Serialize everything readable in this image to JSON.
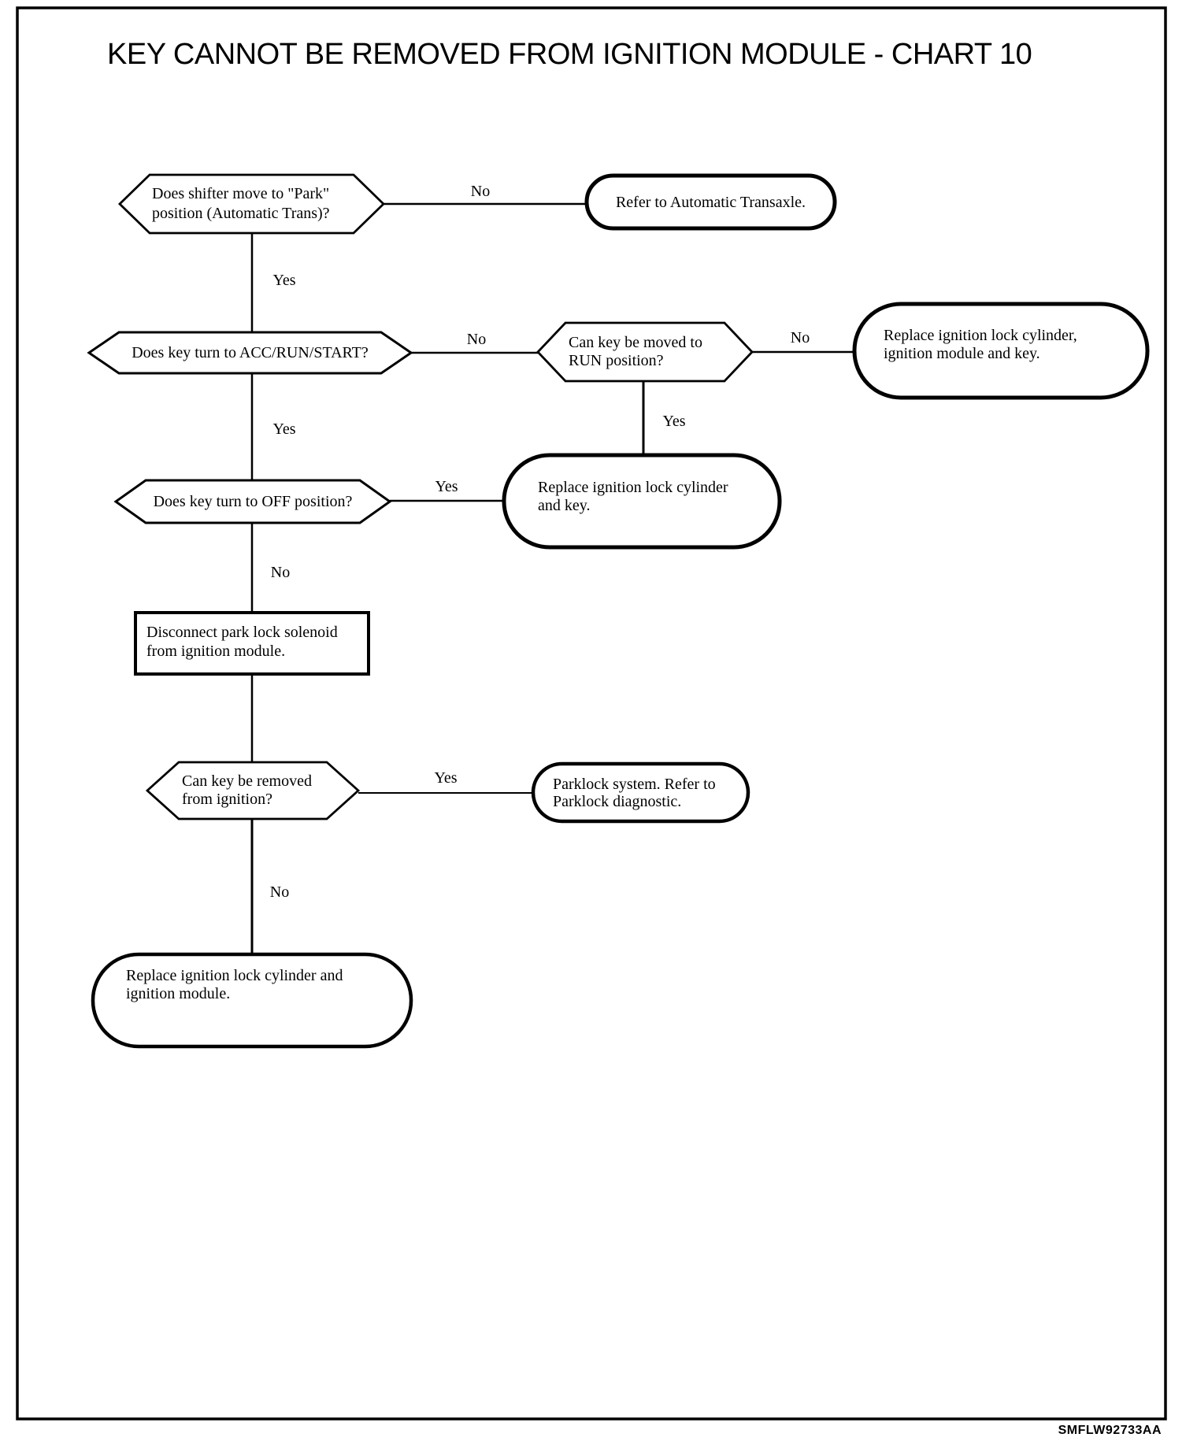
{
  "page": {
    "title": "KEY CANNOT BE REMOVED FROM IGNITION MODULE - CHART 10",
    "footer_code": "SMFLW92733AA"
  },
  "labels": {
    "yes": "Yes",
    "no": "No"
  },
  "flowchart": {
    "nodes": [
      {
        "id": "shifter_park",
        "type": "decision",
        "text": "Does shifter move to \"Park\"\nposition (Automatic Trans)?"
      },
      {
        "id": "refer_transaxle",
        "type": "terminal",
        "text": "Refer to Automatic Transaxle."
      },
      {
        "id": "key_acc_run_start",
        "type": "decision",
        "text": "Does key turn to ACC/RUN/START?"
      },
      {
        "id": "key_run",
        "type": "decision",
        "text": "Can key be moved to\nRUN position?"
      },
      {
        "id": "replace_cyl_module_key",
        "type": "terminal",
        "text": "Replace ignition lock cylinder,\nignition module and key."
      },
      {
        "id": "replace_cyl_key",
        "type": "terminal",
        "text": "Replace ignition lock cylinder\nand key."
      },
      {
        "id": "key_off",
        "type": "decision",
        "text": "Does key turn to OFF position?"
      },
      {
        "id": "disconnect_solenoid",
        "type": "process",
        "text": "Disconnect park lock solenoid\nfrom ignition module."
      },
      {
        "id": "key_removed",
        "type": "decision",
        "text": "Can key be removed\nfrom ignition?"
      },
      {
        "id": "parklock_diag",
        "type": "terminal",
        "text": "Parklock system. Refer to\nParklock diagnostic."
      },
      {
        "id": "replace_cyl_module",
        "type": "terminal",
        "text": "Replace ignition lock cylinder and\nignition module."
      }
    ],
    "edges": [
      {
        "from": "shifter_park",
        "to": "refer_transaxle",
        "label": "No"
      },
      {
        "from": "shifter_park",
        "to": "key_acc_run_start",
        "label": "Yes"
      },
      {
        "from": "key_acc_run_start",
        "to": "key_run",
        "label": "No"
      },
      {
        "from": "key_run",
        "to": "replace_cyl_module_key",
        "label": "No"
      },
      {
        "from": "key_run",
        "to": "replace_cyl_key",
        "label": "Yes"
      },
      {
        "from": "key_acc_run_start",
        "to": "key_off",
        "label": "Yes"
      },
      {
        "from": "key_off",
        "to": "replace_cyl_key",
        "label": "Yes"
      },
      {
        "from": "key_off",
        "to": "disconnect_solenoid",
        "label": "No"
      },
      {
        "from": "disconnect_solenoid",
        "to": "key_removed",
        "label": ""
      },
      {
        "from": "key_removed",
        "to": "parklock_diag",
        "label": "Yes"
      },
      {
        "from": "key_removed",
        "to": "replace_cyl_module",
        "label": "No"
      }
    ],
    "ink_color": "#000000",
    "paper_color": "#ffffff"
  }
}
